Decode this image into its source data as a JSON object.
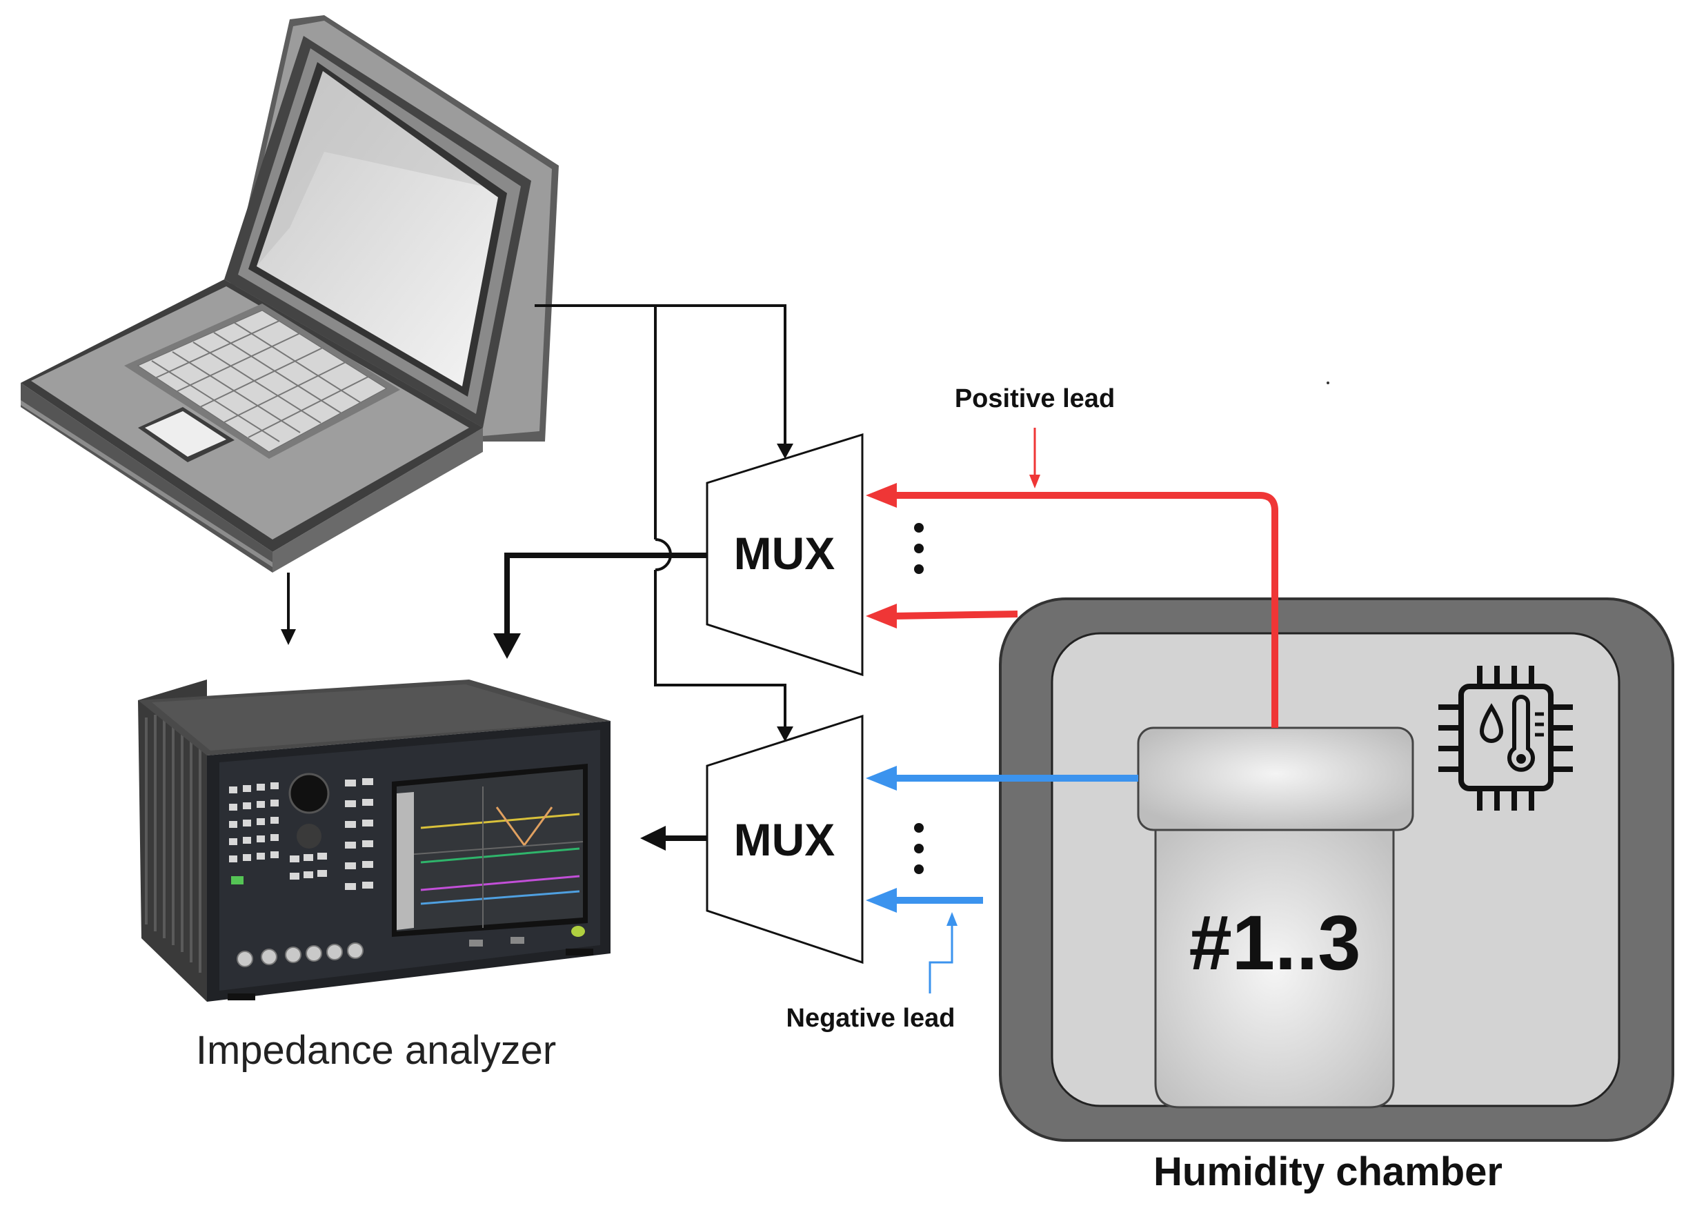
{
  "labels": {
    "impedance_analyzer": "Impedance analyzer",
    "humidity_chamber": "Humidity chamber",
    "positive_lead": "Positive lead",
    "negative_lead": "Negative lead",
    "mux_top": "MUX",
    "mux_bottom": "MUX",
    "sample": "#1..3",
    "ellipsis_top": "⋮",
    "ellipsis_bottom": "⋮"
  },
  "colors": {
    "positive": "#ef3636",
    "negative": "#3b93ee",
    "control": "#111111",
    "chamber_outer": "#6f6f6f",
    "chamber_inner": "#d3d3d3"
  },
  "icons": {
    "computer": "laptop-icon",
    "instrument": "impedance-analyzer-icon",
    "sensor": "humidity-temperature-sensor-chip-icon"
  }
}
